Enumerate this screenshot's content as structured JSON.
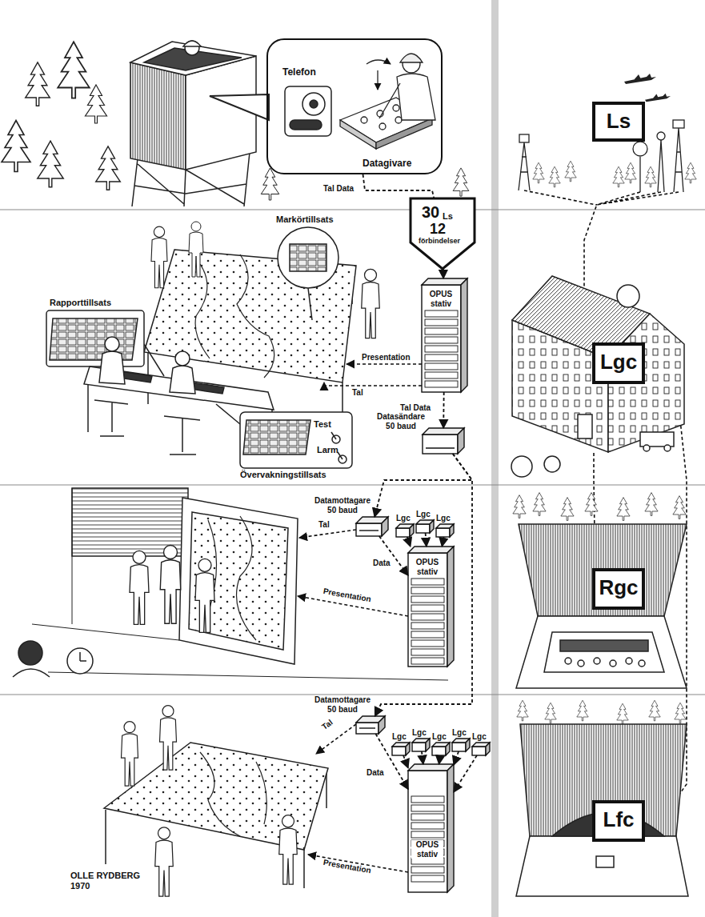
{
  "diagram": {
    "nodes": [
      {
        "text": [
          "Telefon",
          "Datagivare"
        ]
      },
      {
        "text": [
          "Ls"
        ]
      },
      {
        "text": [
          "30",
          "Ls",
          "12",
          "förbindelser"
        ]
      },
      {
        "text": [
          "Lgc"
        ]
      },
      {
        "text": [
          "OPUS stativ"
        ]
      },
      {
        "text": [
          "Datasändare 50 baud"
        ]
      },
      {
        "text": [
          "Datamottagare 50 baud"
        ]
      },
      {
        "text": [
          "Lgc"
        ]
      },
      {
        "text": [
          "Lgc"
        ]
      },
      {
        "text": [
          "Lgc"
        ]
      },
      {
        "text": [
          "OPUS stativ"
        ]
      },
      {
        "text": [
          "Rgc"
        ]
      },
      {
        "text": [
          "Datamottagare 50 baud"
        ]
      },
      {
        "text": [
          "Lgc"
        ]
      },
      {
        "text": [
          "Lgc"
        ]
      },
      {
        "text": [
          "Lgc"
        ]
      },
      {
        "text": [
          "Lgc"
        ]
      },
      {
        "text": [
          "Lgc"
        ]
      },
      {
        "text": [
          "OPUS stativ"
        ]
      },
      {
        "text": [
          "Lfc"
        ]
      }
    ],
    "edges": [
      {
        "from": 0,
        "to": 2,
        "arrow": "none",
        "label": "Tal Data"
      },
      {
        "from": 2,
        "to": 4,
        "arrow": "to"
      },
      {
        "from": 4,
        "to": 5,
        "arrow": "to",
        "label": "Tal Data"
      },
      {
        "from": 5,
        "to": 6,
        "arrow": "to"
      },
      {
        "from": 5,
        "to": 12,
        "arrow": "to"
      },
      {
        "from": 6,
        "to": 10,
        "arrow": "to",
        "label": "Data"
      },
      {
        "from": 7,
        "to": 10,
        "arrow": "to"
      },
      {
        "from": 8,
        "to": 10,
        "arrow": "to"
      },
      {
        "from": 9,
        "to": 10,
        "arrow": "to"
      },
      {
        "from": 12,
        "to": 18,
        "arrow": "to",
        "label": "Data"
      },
      {
        "from": 13,
        "to": 18,
        "arrow": "to"
      },
      {
        "from": 14,
        "to": 18,
        "arrow": "to"
      },
      {
        "from": 15,
        "to": 18,
        "arrow": "to"
      },
      {
        "from": 16,
        "to": 18,
        "arrow": "to"
      },
      {
        "from": 17,
        "to": 18,
        "arrow": "to"
      }
    ],
    "labels": [
      "Markörtillsats",
      "Rapporttillsats",
      "Test",
      "Larm",
      "Övervakningstillsats",
      "Presentation",
      "Tal",
      "Tal",
      "Presentation",
      "Tal",
      "Presentation",
      "OLLE RYDBERG 1970"
    ]
  }
}
